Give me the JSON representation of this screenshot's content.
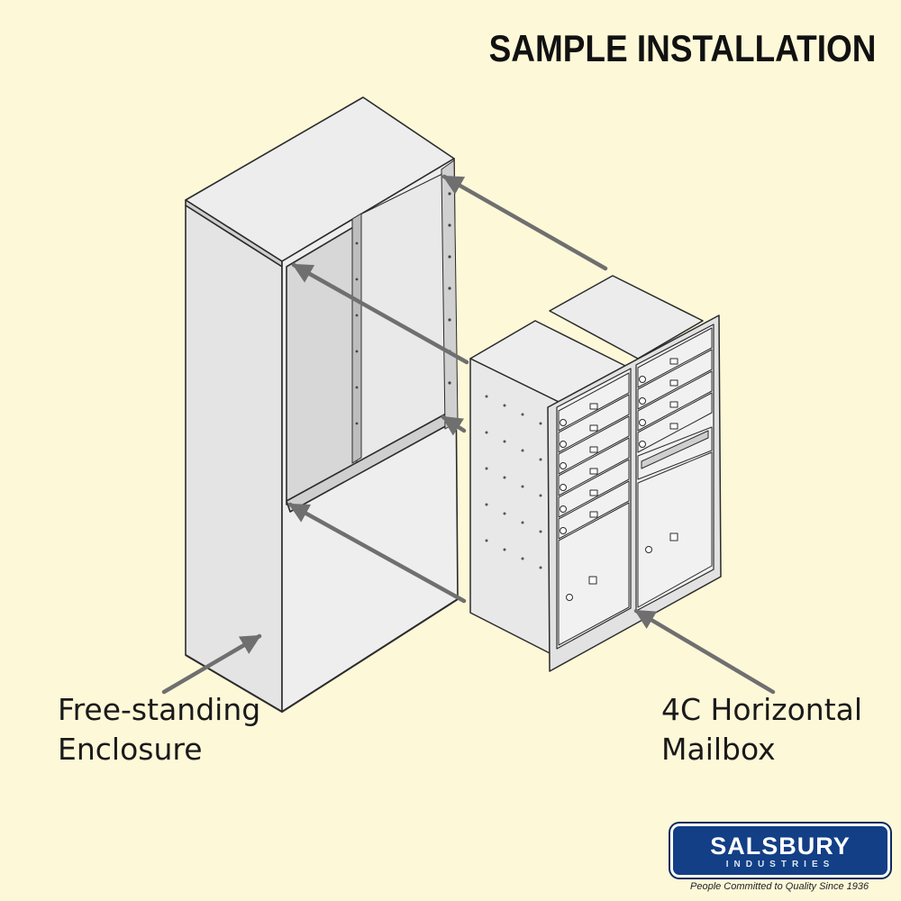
{
  "title": "SAMPLE INSTALLATION",
  "labels": {
    "left": {
      "line1": "Free-standing",
      "line2": "Enclosure"
    },
    "right": {
      "line1": "4C Horizontal",
      "line2": "Mailbox"
    }
  },
  "logo": {
    "name": "SALSBURY",
    "subtitle": "INDUSTRIES",
    "tagline": "People Committed to Quality Since 1936"
  },
  "colors": {
    "background": "#fdf8d8",
    "arrow": "#6f6f6f",
    "logo_blue": "#123f86"
  }
}
